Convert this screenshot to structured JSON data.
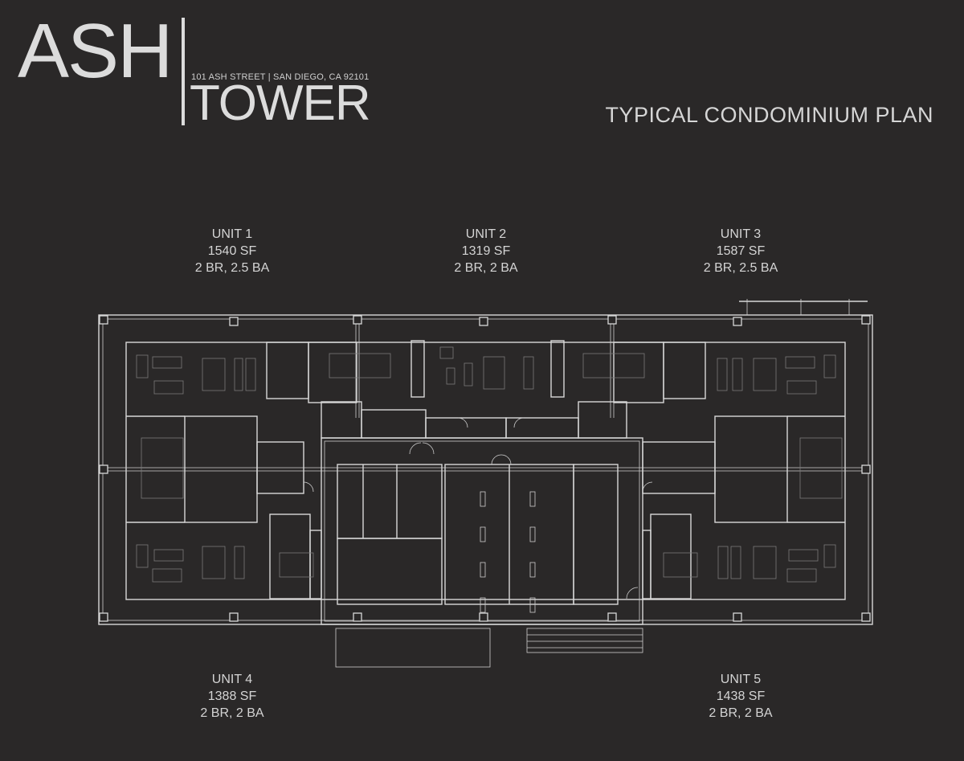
{
  "header": {
    "brand_line1": "ASH",
    "brand_line2": "TOWER",
    "address": "101 ASH STREET | SAN DIEGO, CA 92101",
    "plan_title": "TYPICAL CONDOMINIUM PLAN"
  },
  "units": [
    {
      "name": "UNIT 1",
      "area": "1540 SF",
      "rooms": "2 BR, 2.5 BA"
    },
    {
      "name": "UNIT 2",
      "area": "1319 SF",
      "rooms": "2 BR, 2 BA"
    },
    {
      "name": "UNIT 3",
      "area": "1587 SF",
      "rooms": "2 BR, 2.5 BA"
    },
    {
      "name": "UNIT 4",
      "area": "1388 SF",
      "rooms": "2 BR, 2 BA"
    },
    {
      "name": "UNIT 5",
      "area": "1438 SF",
      "rooms": "2 BR, 2 BA"
    }
  ],
  "colors": {
    "background": "#2a2828",
    "linework": "#d8d8d8"
  }
}
